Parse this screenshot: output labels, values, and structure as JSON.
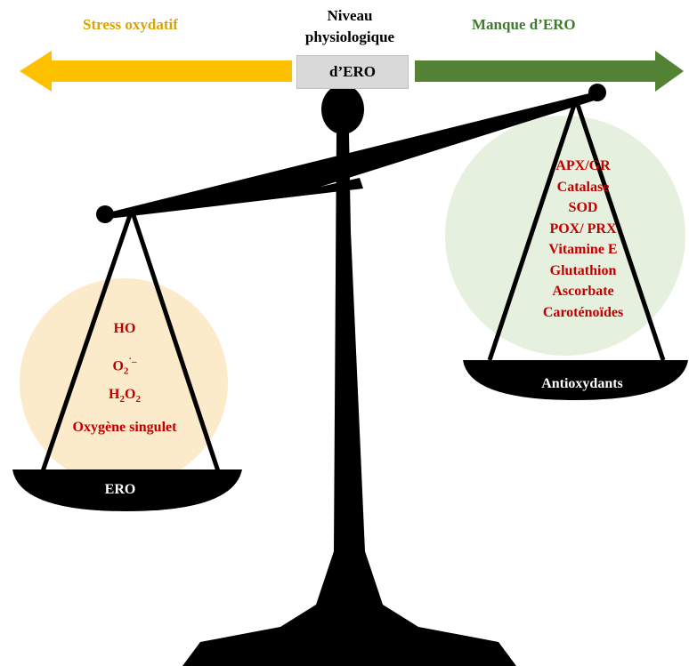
{
  "header": {
    "left_title": "Stress oxydatif",
    "right_title": "Manque d’ERO",
    "center_title_line1": "Niveau",
    "center_title_line2": "physiologique",
    "center_box_label": "d’ERO"
  },
  "left_pan": {
    "items": [
      {
        "base": "HO",
        "sub": "",
        "sup": ""
      },
      {
        "base": "O",
        "sub": "2",
        "sup": "˙–"
      },
      {
        "base": "H",
        "sub": "2",
        "sup": "",
        "base2": "O",
        "sub2": "2"
      },
      {
        "base": "Oxygène singulet",
        "sub": "",
        "sup": ""
      }
    ],
    "plate_label": "ERO"
  },
  "right_pan": {
    "items": [
      "APX/GR",
      "Catalase",
      "SOD",
      "POX/ PRX",
      "Vitamine E",
      "Glutathion",
      "Ascorbate",
      "Caroténoïdes"
    ],
    "plate_label": "Antioxydants"
  },
  "colors": {
    "left_arrow": "#ffc000",
    "right_arrow": "#548235",
    "left_circle": "#fbe8c2",
    "right_circle": "#e2efda",
    "item_text": "#c00000",
    "scale": "#000000"
  }
}
